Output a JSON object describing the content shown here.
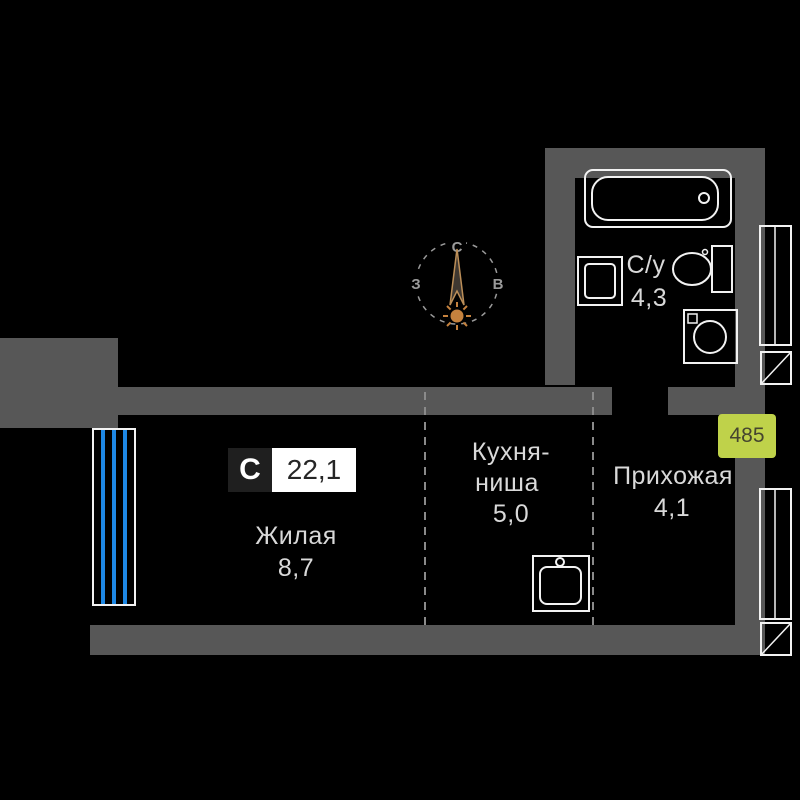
{
  "colors": {
    "bg": "#000000",
    "wall": "#575757",
    "line": "#f2f2f2",
    "text": "#d9d9d9",
    "dash": "#8a8a8a",
    "window-blue": "#1e88e5",
    "badge-green": "#bfd24a",
    "badge-green-text": "#45452f",
    "type-box-bg": "#1f1f1f",
    "type-box-text": "#ffffff",
    "area-box-bg": "#ffffff",
    "area-box-text": "#262626",
    "compass-needle": "#3f3831",
    "compass-needle-stroke": "#bb8e58",
    "compass-sun": "#c5823e",
    "compass-text": "#9a9a9a"
  },
  "badge": {
    "type": "С",
    "total_area": "22,1"
  },
  "apartment": {
    "number": "485"
  },
  "rooms": {
    "living": {
      "name": "Жилая",
      "area": "8,7"
    },
    "kitchen": {
      "name_line1": "Кухня-",
      "name_line2": "ниша",
      "area": "5,0"
    },
    "hallway": {
      "name": "Прихожая",
      "area": "4,1"
    },
    "bathroom": {
      "name": "С/у",
      "area": "4,3"
    }
  },
  "compass": {
    "north": "С",
    "east": "В",
    "west": "З"
  }
}
